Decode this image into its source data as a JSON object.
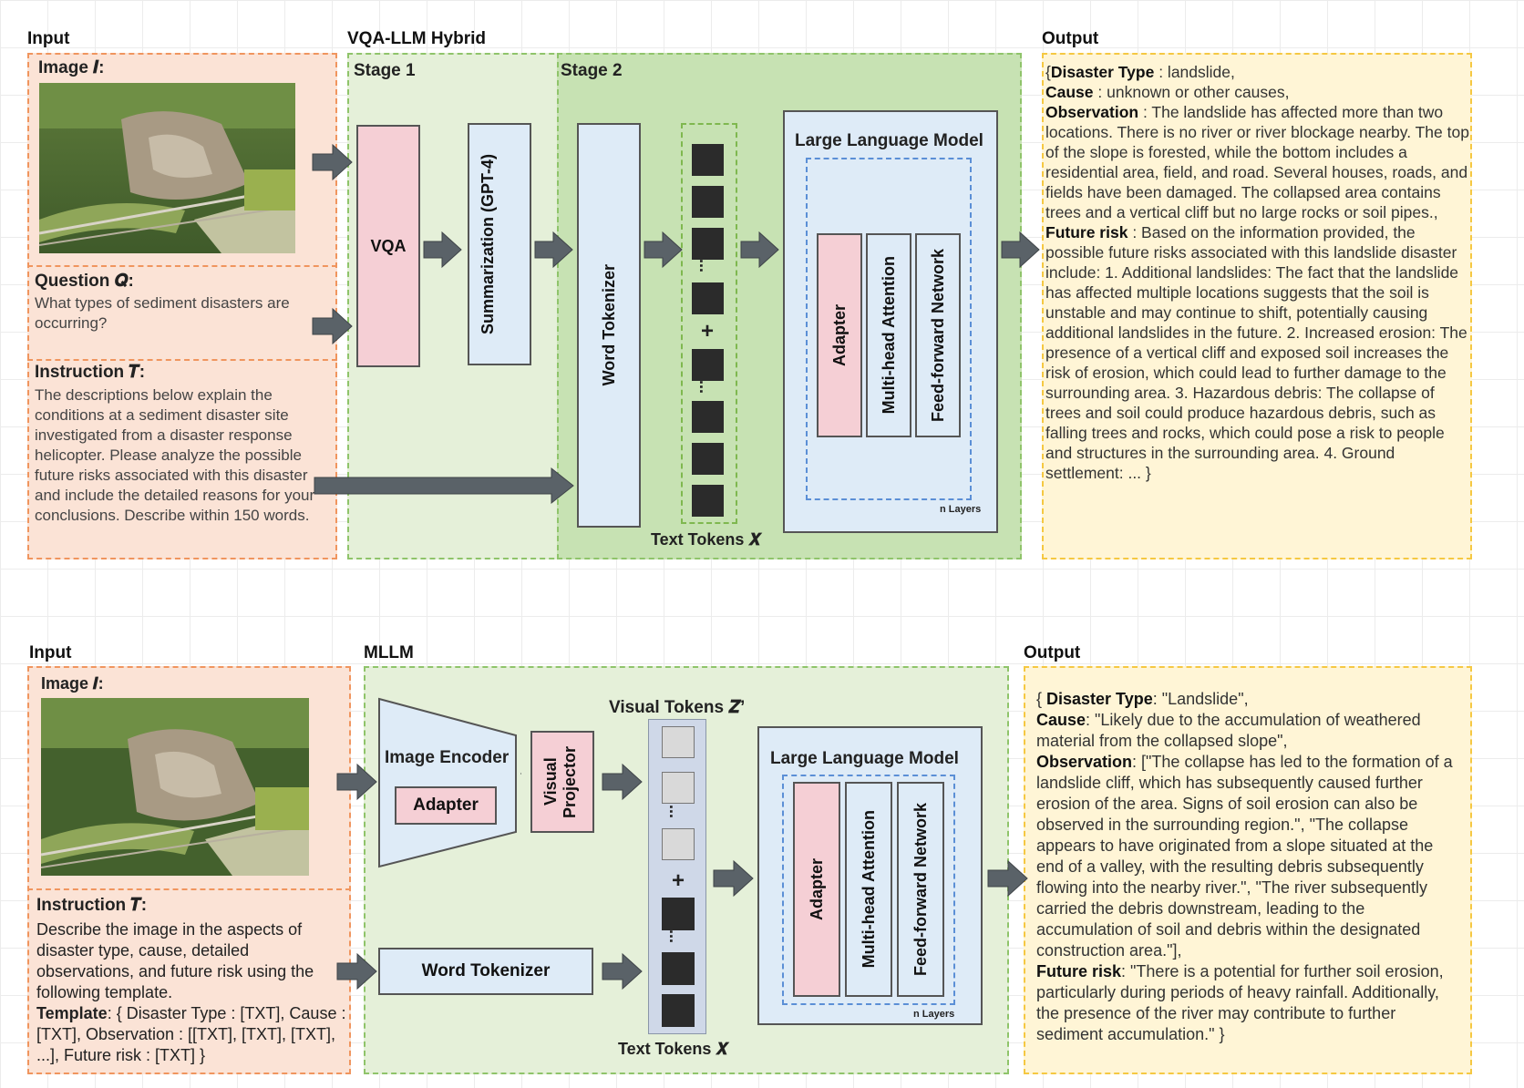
{
  "top": {
    "input_label": "Input",
    "hybrid_label": "VQA-LLM Hybrid",
    "output_label": "Output",
    "stage1_label": "Stage 1",
    "stage2_label": "Stage 2",
    "image_label": "Image 𝑰:",
    "question_label": "Question 𝑸:",
    "question_text": "What types of sediment disasters are occurring?",
    "instruction_label": "Instruction 𝑻:",
    "instruction_text": "The descriptions below explain the conditions at a sediment disaster site investigated from a disaster response helicopter. Please analyze the possible future risks associated with this disaster and include the detailed reasons for your conclusions. Describe within 150 words.",
    "vqa": "VQA",
    "summarization": "Summarization (GPT-4)",
    "word_tokenizer": "Word Tokenizer",
    "llm_title": "Large Language Model",
    "adapter": "Adapter",
    "mha": "Multi-head Attention",
    "ffn": "Feed-forward Network",
    "n_layers": "n Layers",
    "text_tokens": "Text Tokens 𝑿",
    "plus": "+",
    "dots": "...",
    "output": {
      "k1": "Disaster Type",
      "v1": " : landslide,",
      "k2": "Cause",
      "v2": " : unknown or other causes,",
      "k3": "Observation",
      "v3": " : The landslide has affected more than two locations. There is no river or river blockage nearby. The top of the slope is forested, while the bottom includes a residential area, field, and road. Several houses, roads, and fields have been damaged. The collapsed area contains trees and a vertical cliff but no large rocks or soil pipes.,",
      "k4": "Future risk",
      "v4": " : Based on the information provided, the possible future risks associated with this landslide disaster include: 1. Additional landslides: The fact that the landslide has affected multiple locations suggests that the soil is unstable and may continue to shift, potentially causing additional landslides in the future. 2. Increased erosion: The presence of a vertical cliff and exposed soil increases the risk of erosion, which could lead to further damage to the surrounding area. 3. Hazardous debris: The collapse of trees and soil could produce hazardous debris, such as falling trees and rocks, which could pose a risk to people and structures in the surrounding area. 4. Ground settlement: ... }",
      "open": "{"
    }
  },
  "bottom": {
    "input_label": "Input",
    "mllm_label": "MLLM",
    "output_label": "Output",
    "image_label": "Image 𝑰:",
    "instruction_label": "Instruction 𝑻:",
    "instruction_text": "Describe the image in the aspects of disaster type, cause, detailed observations, and future risk using the following template.",
    "template_key": "Template",
    "template_text": ": { Disaster Type : [TXT], Cause : [TXT], Observation : [[TXT], [TXT], [TXT], ...], Future risk : [TXT] }",
    "image_encoder": "Image Encoder",
    "adapter": "Adapter",
    "visual_projector": "Visual Projector",
    "visual_tokens": "Visual Tokens 𝒁’",
    "word_tokenizer": "Word Tokenizer",
    "text_tokens": "Text Tokens 𝑿",
    "llm_title": "Large Language Model",
    "mha": "Multi-head Attention",
    "ffn": "Feed-forward Network",
    "n_layers": "n Layers",
    "plus": "+",
    "dots": "...",
    "output": {
      "open": "{ ",
      "k1": "Disaster Type",
      "v1": ": \"Landslide\",",
      "k2": "Cause",
      "v2": ": \"Likely due to the accumulation of weathered material from the collapsed slope\",",
      "k3": "Observation",
      "v3": ": [\"The collapse has led to the formation of a landslide cliff, which has subsequently caused further erosion of the area. Signs of soil erosion can also be observed in the surrounding region.\", \"The collapse appears to have originated from a slope situated at the end of a valley, with the resulting debris subsequently flowing into the nearby river.\", \"The river subsequently carried the debris downstream, leading to the accumulation of soil and debris within the designated construction area.\"],",
      "k4": "Future risk",
      "v4": ": \"There is a potential for further soil erosion, particularly during periods of heavy rainfall. Additionally, the presence of the river may contribute to further sediment accumulation.\" }"
    }
  },
  "colors": {
    "input_fill": "#fbe3d6",
    "output_fill": "#fff5d6",
    "stage1_fill": "#e5f0d9",
    "stage2_fill": "#c7e2b3",
    "adapter_fill": "#f5cfd5",
    "block_fill": "#deebf7",
    "arrow": "#5a6268"
  }
}
